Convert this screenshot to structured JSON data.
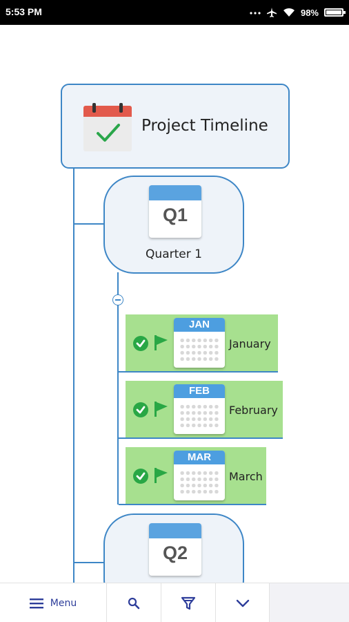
{
  "status_bar": {
    "time": "5:53 PM",
    "battery_percent": "98%"
  },
  "root": {
    "title": "Project Timeline",
    "icon": "calendar-check-icon"
  },
  "quarters": [
    {
      "badge": "Q1",
      "label": "Quarter 1"
    },
    {
      "badge": "Q2",
      "label": ""
    }
  ],
  "months": [
    {
      "abbr": "JAN",
      "label": "January"
    },
    {
      "abbr": "FEB",
      "label": "February"
    },
    {
      "abbr": "MAR",
      "label": "March"
    }
  ],
  "toolbar": {
    "menu_label": "Menu"
  },
  "colors": {
    "connector": "#3d86c6",
    "node_fill": "#eef3f9",
    "month_fill": "#a7e08f",
    "accent": "#2d3d9a",
    "done": "#29a745"
  }
}
